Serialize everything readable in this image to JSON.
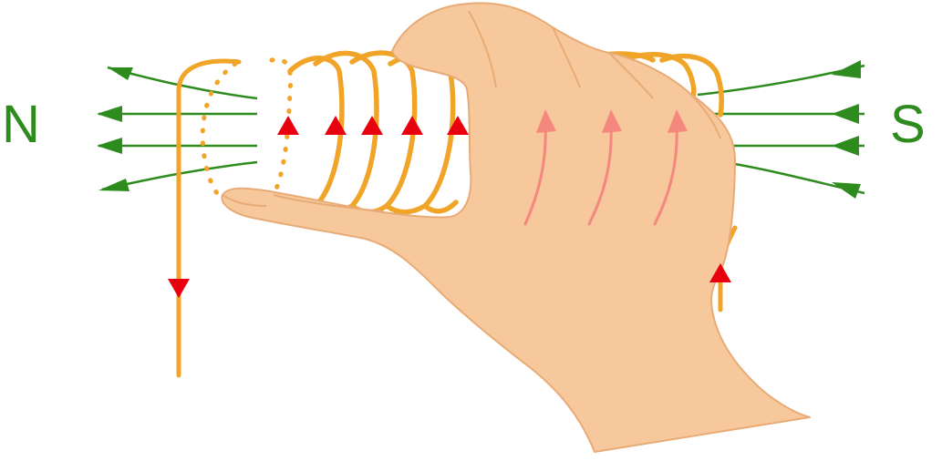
{
  "labels": {
    "north": "N",
    "south": "S"
  },
  "colors": {
    "background": "#ffffff",
    "wire": "#f0a428",
    "hand": "#f7c89b",
    "hand_outline": "#e8ab76",
    "field_lines": "#2e8b1e",
    "pole_labels": "#2e8b1e",
    "current_arrows": "#e8000f",
    "finger_arrows": "#f4877e"
  },
  "icons": {
    "current_marker": "triangle-arrow",
    "field_line_arrow": "arrowhead"
  }
}
